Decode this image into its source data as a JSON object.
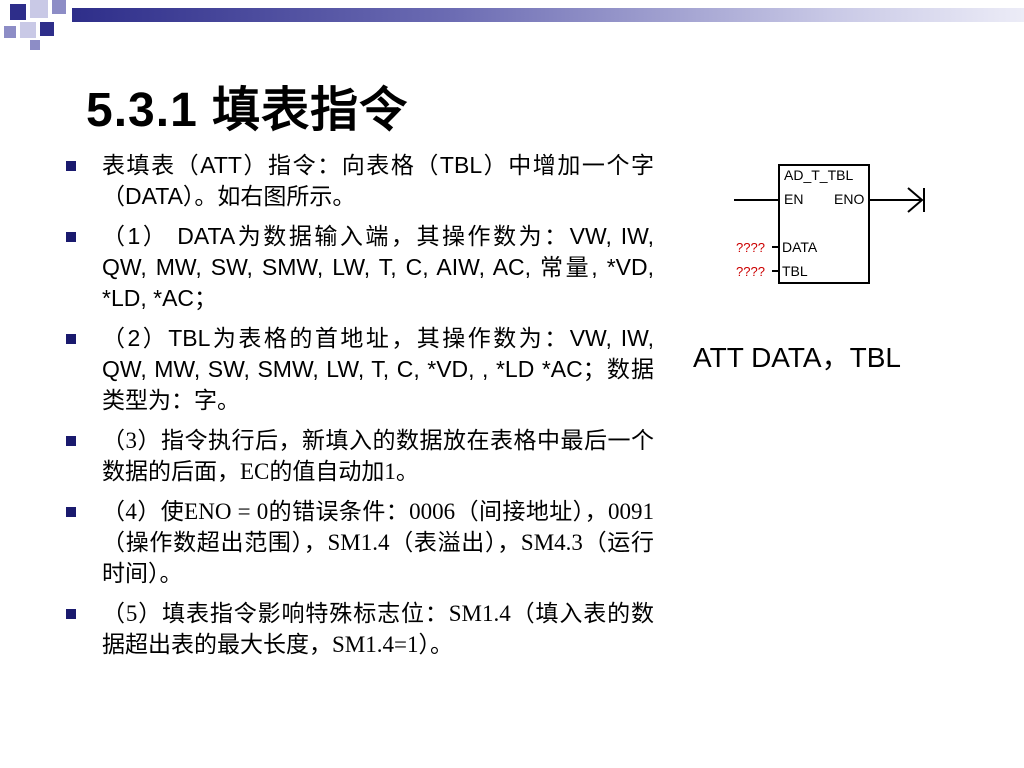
{
  "slide": {
    "title": "5.3.1 填表指令",
    "bullets": [
      {
        "text": "表填表（ATT）指令：向表格（TBL）中增加一个字（DATA）。如右图所示。"
      },
      {
        "text": "（1） DATA为数据输入端，其操作数为：VW, IW, QW, MW, SW, SMW, LW, T, C, AIW, AC, 常量, *VD, *LD, *AC；"
      },
      {
        "text": "（2）TBL为表格的首地址，其操作数为：VW, IW, QW, MW, SW, SMW, LW, T, C, *VD, , *LD *AC；数据类型为：字。"
      },
      {
        "text": "（3）指令执行后，新填入的数据放在表格中最后一个数据的后面，EC的值自动加1。"
      },
      {
        "text": "（4）使ENO = 0的错误条件：0006（间接地址），0091（操作数超出范围），SM1.4（表溢出），SM4.3（运行时间）。"
      },
      {
        "text": "（5）填表指令影响特殊标志位：SM1.4（填入表的数据超出表的最大长度，SM1.4=1）。"
      }
    ],
    "caption": "ATT  DATA，TBL"
  },
  "block": {
    "name": "AD_T_TBL",
    "en": "EN",
    "eno": "ENO",
    "data_pin": "DATA",
    "tbl_pin": "TBL",
    "data_operand": "????",
    "tbl_operand": "????"
  },
  "colors": {
    "accent": "#2e2e8a",
    "bullet": "#1a1a6e",
    "operand": "#cc0000"
  }
}
